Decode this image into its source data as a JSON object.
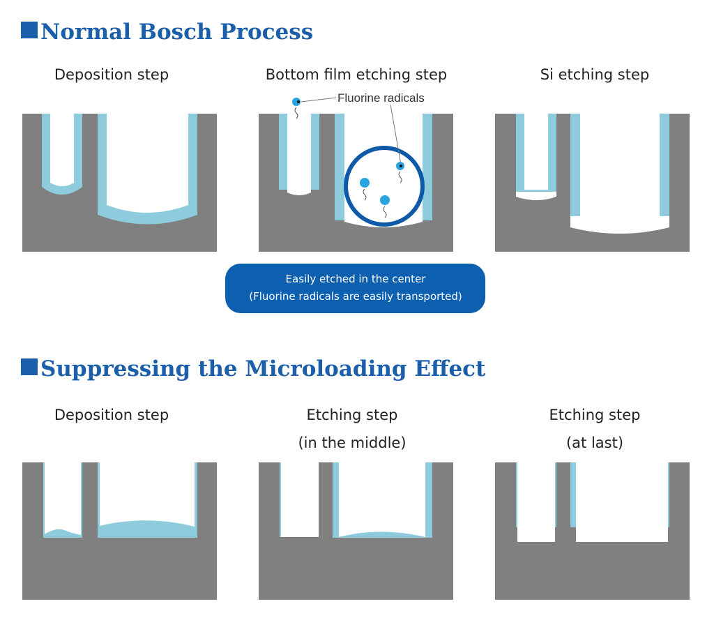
{
  "sections": [
    {
      "title": "Normal Bosch Process",
      "steps": [
        {
          "label": "Deposition step"
        },
        {
          "label": "Bottom film etching step"
        },
        {
          "label": "Si etching step"
        }
      ],
      "annotation": "Fluorine radicals",
      "callout": [
        "Easily etched in the center",
        "(Fluorine radicals are easily transported)"
      ]
    },
    {
      "title": "Suppressing the Microloading Effect",
      "steps": [
        {
          "label": "Deposition step",
          "sub": ""
        },
        {
          "label": "Etching step",
          "sub": "(in the middle)"
        },
        {
          "label": "Etching step",
          "sub": "(at last)"
        }
      ]
    }
  ],
  "colors": {
    "heading": "#1b5ea9",
    "silicon": "#808080",
    "liner": "#8ecbdc",
    "callout": "#0d5fb0"
  }
}
